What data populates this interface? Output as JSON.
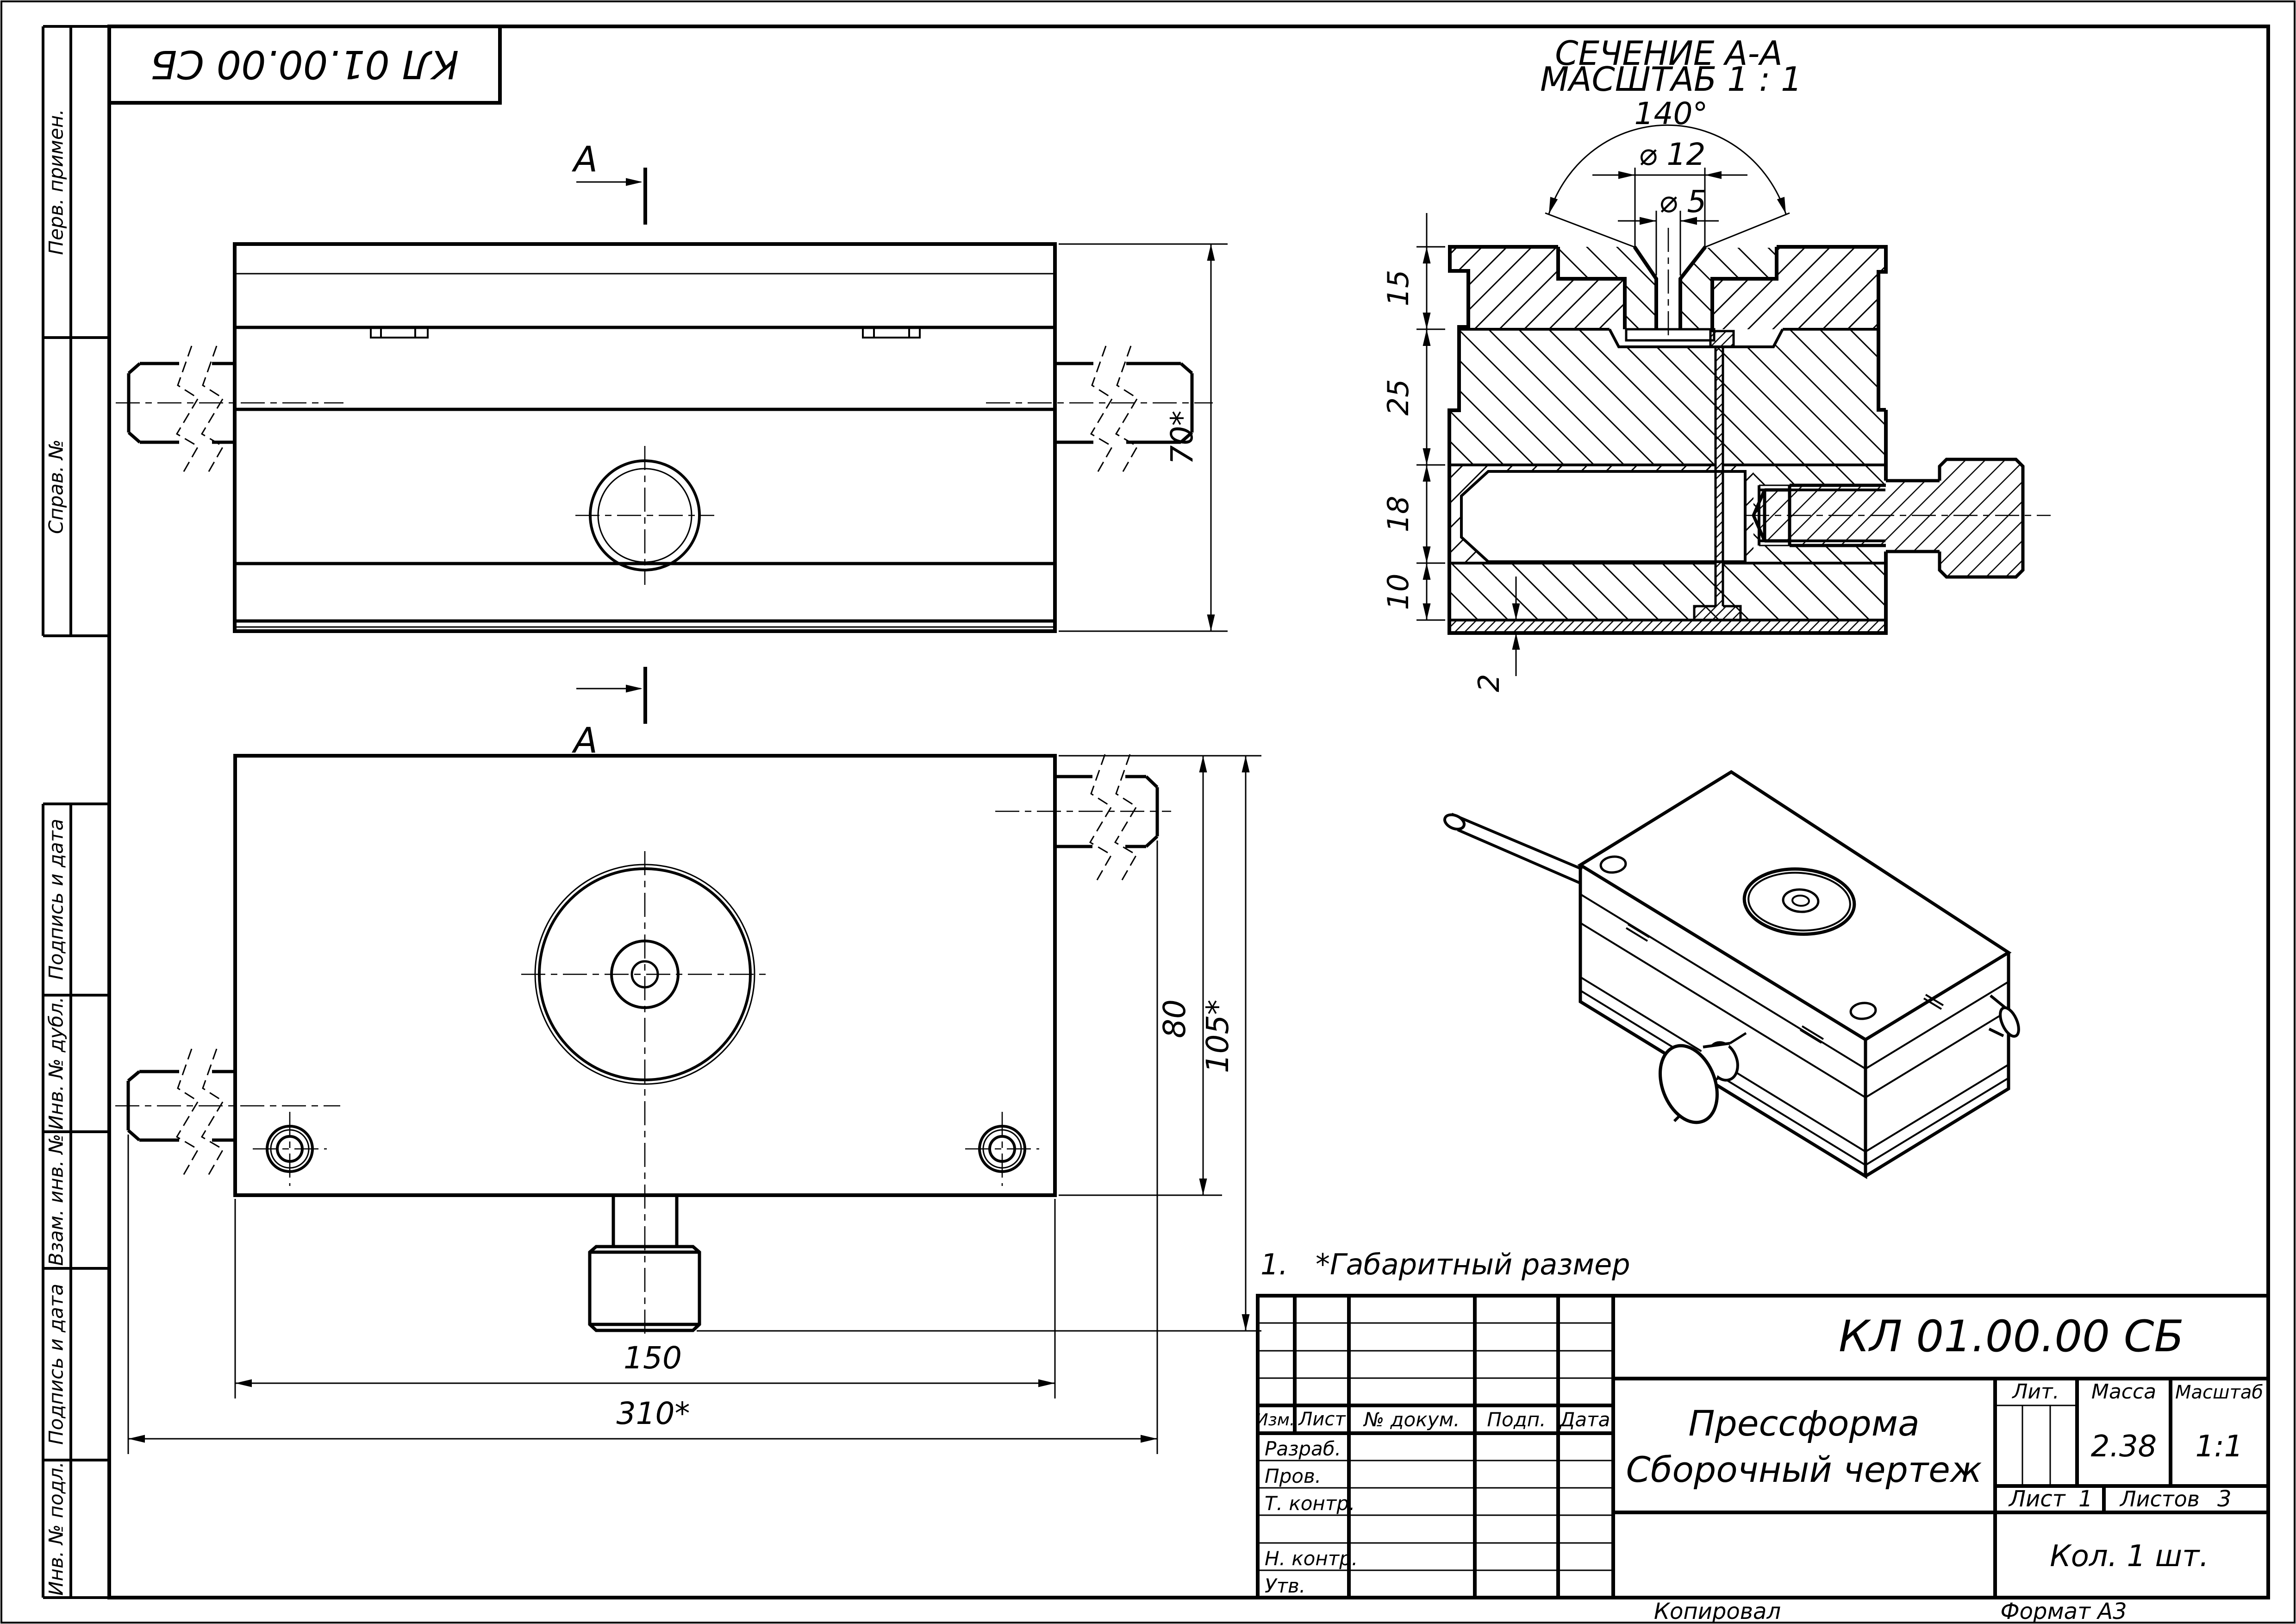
{
  "doc": {
    "code": "КЛ 01.00.00 СБ",
    "name_line1": "Прессформа",
    "name_line2": "Сборочный чертеж",
    "mass": "2.38",
    "scale": "1:1",
    "lit_label": "Лит.",
    "mass_label": "Масса",
    "scale_label": "Масштаб",
    "sheet_label": "Лист",
    "sheet_no": "1",
    "sheets_label": "Листов",
    "sheets_no": "3",
    "quantity": "Кол. 1 шт.",
    "copied_label": "Копировал",
    "format_label": "Формат А3"
  },
  "title_block_rows": {
    "izm": "Изм.",
    "list": "Лист",
    "ndokum": "№ докум.",
    "podp": "Подп.",
    "data": "Дата",
    "razrab": "Разраб.",
    "prov": "Пров.",
    "tkontr": "Т. контр.",
    "nkontr": "Н. контр.",
    "utv": "Утв."
  },
  "side_labels": {
    "perv_primen": "Перв. примен.",
    "sprav_no": "Справ. №",
    "podpis_data_1": "Подпись и дата",
    "inv_dubl": "Инв. № дубл.",
    "vzam_inv": "Взам. инв. №",
    "podpis_data_2": "Подпись и дата",
    "inv_podl": "Инв. № подл."
  },
  "note": {
    "num": "1.",
    "text": "*Габаритный размер"
  },
  "section_view": {
    "title": "СЕЧЕНИЕ А-А",
    "scale": "МАСШТАБ 1 : 1",
    "dim_angle": "140°",
    "dim_d12": "⌀ 12",
    "dim_d5": "⌀ 5",
    "dim_15": "15",
    "dim_25": "25",
    "dim_18": "18",
    "dim_10": "10",
    "dim_2": "2"
  },
  "front_view": {
    "dim_height": "70*",
    "cut_letter_top": "А",
    "cut_letter_bottom": "А"
  },
  "top_view": {
    "dim_width": "150",
    "dim_overall_width": "310*",
    "dim_height": "80",
    "dim_overall_height": "105*"
  }
}
